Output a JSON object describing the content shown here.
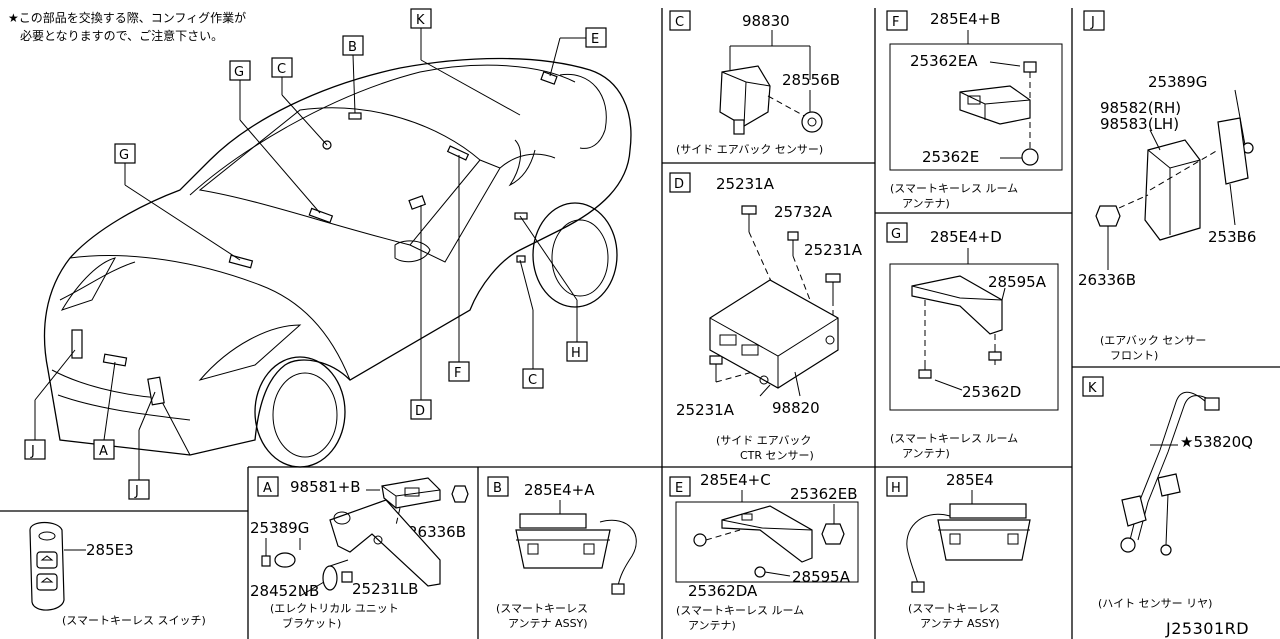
{
  "note": {
    "line1": "★この部品を交換する際、コンフィグ作業が",
    "line2": "必要となりますので、ご注意下さい。"
  },
  "diagram_code": "J25301RD",
  "overview_callouts": [
    "K",
    "E",
    "B",
    "G",
    "C",
    "G",
    "D",
    "F",
    "H",
    "C",
    "J",
    "A",
    "J"
  ],
  "panels": {
    "C": {
      "letter": "C",
      "parts": [
        "98830",
        "28556B"
      ],
      "caption": [
        "(サイド エアバック センサー)"
      ]
    },
    "D": {
      "letter": "D",
      "parts": [
        "25231A",
        "25732A",
        "25231A",
        "25231A",
        "98820"
      ],
      "caption": [
        "(サイド エアバック",
        "CTR センサー)"
      ]
    },
    "F": {
      "letter": "F",
      "parts": [
        "285E4+B",
        "25362EA",
        "25362E"
      ],
      "caption": [
        "(スマートキーレス ルーム",
        "アンテナ)"
      ]
    },
    "G": {
      "letter": "G",
      "parts": [
        "285E4+D",
        "28595A",
        "25362D"
      ],
      "caption": [
        "(スマートキーレス ルーム",
        "アンテナ)"
      ]
    },
    "J": {
      "letter": "J",
      "parts": [
        "25389G",
        "98582(RH)",
        "98583(LH)",
        "26336B",
        "253B6"
      ],
      "caption": [
        "(エアバック センサー",
        "フロント)"
      ]
    },
    "K": {
      "letter": "K",
      "parts": [
        "★53820Q"
      ],
      "caption": [
        "(ハイト センサー リヤ)"
      ]
    },
    "smart": {
      "parts": [
        "285E3"
      ],
      "caption": [
        "(スマートキーレス スイッチ)"
      ]
    },
    "A": {
      "letter": "A",
      "parts": [
        "98581+B",
        "25389G",
        "26336B",
        "28452NB",
        "25231LB"
      ],
      "caption": [
        "(エレクトリカル ユニット",
        "ブラケット)"
      ]
    },
    "B": {
      "letter": "B",
      "parts": [
        "285E4+A"
      ],
      "caption": [
        "(スマートキーレス",
        "アンテナ ASSY)"
      ]
    },
    "E": {
      "letter": "E",
      "parts": [
        "285E4+C",
        "25362EB",
        "25362DA",
        "28595A"
      ],
      "caption": [
        "(スマートキーレス ルーム",
        "アンテナ)"
      ]
    },
    "H": {
      "letter": "H",
      "parts": [
        "285E4"
      ],
      "caption": [
        "(スマートキーレス",
        "アンテナ ASSY)"
      ]
    }
  }
}
